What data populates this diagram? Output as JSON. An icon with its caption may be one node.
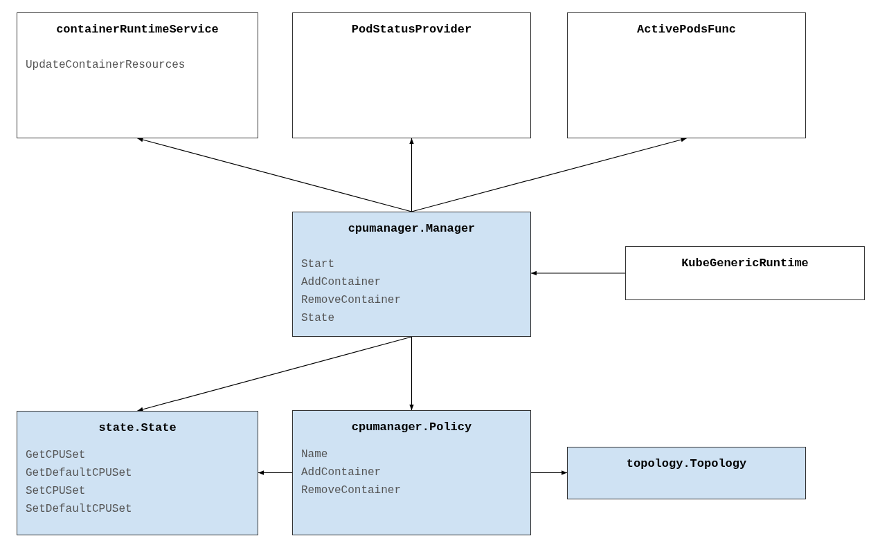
{
  "diagram": {
    "nodes": [
      {
        "text": [
          "containerRuntimeService",
          "UpdateContainerResources"
        ]
      },
      {
        "text": [
          "PodStatusProvider"
        ]
      },
      {
        "text": [
          "ActivePodsFunc"
        ]
      },
      {
        "text": [
          "cpumanager.Manager",
          "Start",
          "AddContainer",
          "RemoveContainer",
          "State"
        ]
      },
      {
        "text": [
          "KubeGenericRuntime"
        ]
      },
      {
        "text": [
          "state.State",
          "GetCPUSet",
          "GetDefaultCPUSet",
          "SetCPUSet",
          "SetDefaultCPUSet"
        ]
      },
      {
        "text": [
          "cpumanager.Policy",
          "Name",
          "AddContainer",
          "RemoveContainer"
        ]
      },
      {
        "text": [
          "topology.Topology"
        ]
      }
    ],
    "edges": [
      {
        "from": 3,
        "to": 0,
        "arrow": "to"
      },
      {
        "from": 3,
        "to": 1,
        "arrow": "to"
      },
      {
        "from": 3,
        "to": 2,
        "arrow": "to"
      },
      {
        "from": 4,
        "to": 3,
        "arrow": "to"
      },
      {
        "from": 3,
        "to": 5,
        "arrow": "to"
      },
      {
        "from": 3,
        "to": 6,
        "arrow": "to"
      },
      {
        "from": 6,
        "to": 5,
        "arrow": "to"
      },
      {
        "from": 6,
        "to": 7,
        "arrow": "to"
      }
    ]
  }
}
